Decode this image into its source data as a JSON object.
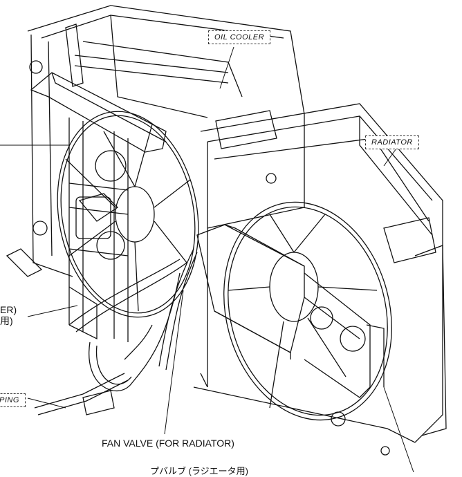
{
  "labels": {
    "oil_cooler": "OIL COOLER",
    "radiator": "RADIATOR",
    "fan_valve_left_line1": "ER)",
    "fan_valve_left_line2": "用)",
    "piping": "PING",
    "fan_valve_radiator": "FAN VALVE (FOR RADIATOR)",
    "fan_valve_radiator_jp": "プバルブ (ラジエータ用)"
  },
  "colors": {
    "ink": "#111111",
    "background": "#ffffff"
  }
}
